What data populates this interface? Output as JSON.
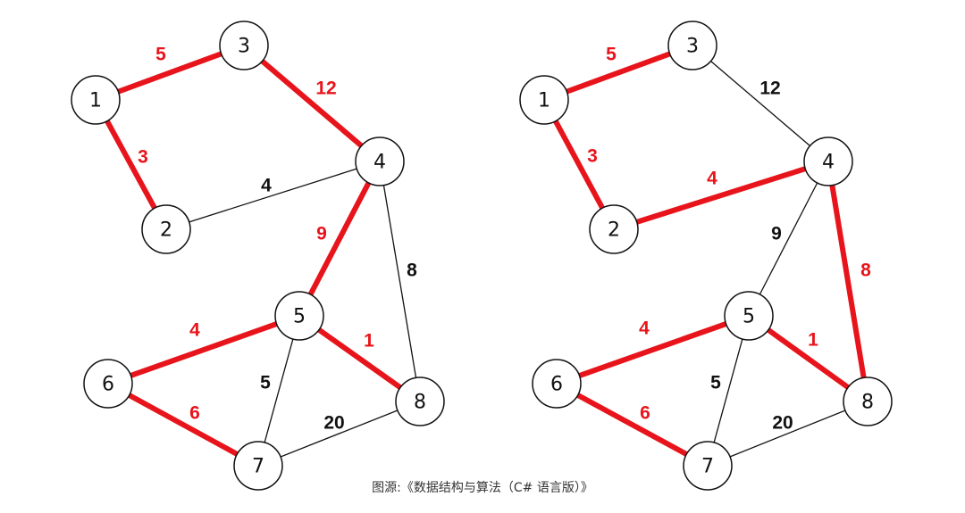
{
  "colors": {
    "highlight": "#e8141b",
    "normal": "#111111",
    "node_fill": "#ffffff"
  },
  "caption": "图源:《数据结构与算法（C# 语言版）》",
  "diagrams": [
    {
      "nodes": [
        {
          "id": "1",
          "label": "1"
        },
        {
          "id": "2",
          "label": "2"
        },
        {
          "id": "3",
          "label": "3"
        },
        {
          "id": "4",
          "label": "4"
        },
        {
          "id": "5",
          "label": "5"
        },
        {
          "id": "6",
          "label": "6"
        },
        {
          "id": "7",
          "label": "7"
        },
        {
          "id": "8",
          "label": "8"
        }
      ],
      "edges": [
        {
          "from": "1",
          "to": "3",
          "weight": "5",
          "highlighted": true
        },
        {
          "from": "1",
          "to": "2",
          "weight": "3",
          "highlighted": true
        },
        {
          "from": "3",
          "to": "4",
          "weight": "12",
          "highlighted": true
        },
        {
          "from": "2",
          "to": "4",
          "weight": "4",
          "highlighted": false
        },
        {
          "from": "4",
          "to": "5",
          "weight": "9",
          "highlighted": true
        },
        {
          "from": "4",
          "to": "8",
          "weight": "8",
          "highlighted": false
        },
        {
          "from": "5",
          "to": "6",
          "weight": "4",
          "highlighted": true
        },
        {
          "from": "5",
          "to": "8",
          "weight": "1",
          "highlighted": true
        },
        {
          "from": "5",
          "to": "7",
          "weight": "5",
          "highlighted": false
        },
        {
          "from": "6",
          "to": "7",
          "weight": "6",
          "highlighted": true
        },
        {
          "from": "7",
          "to": "8",
          "weight": "20",
          "highlighted": false
        }
      ]
    },
    {
      "nodes": [
        {
          "id": "1",
          "label": "1"
        },
        {
          "id": "2",
          "label": "2"
        },
        {
          "id": "3",
          "label": "3"
        },
        {
          "id": "4",
          "label": "4"
        },
        {
          "id": "5",
          "label": "5"
        },
        {
          "id": "6",
          "label": "6"
        },
        {
          "id": "7",
          "label": "7"
        },
        {
          "id": "8",
          "label": "8"
        }
      ],
      "edges": [
        {
          "from": "1",
          "to": "3",
          "weight": "5",
          "highlighted": true
        },
        {
          "from": "1",
          "to": "2",
          "weight": "3",
          "highlighted": true
        },
        {
          "from": "3",
          "to": "4",
          "weight": "12",
          "highlighted": false
        },
        {
          "from": "2",
          "to": "4",
          "weight": "4",
          "highlighted": true
        },
        {
          "from": "4",
          "to": "5",
          "weight": "9",
          "highlighted": false
        },
        {
          "from": "4",
          "to": "8",
          "weight": "8",
          "highlighted": true
        },
        {
          "from": "5",
          "to": "6",
          "weight": "4",
          "highlighted": true
        },
        {
          "from": "5",
          "to": "8",
          "weight": "1",
          "highlighted": true
        },
        {
          "from": "5",
          "to": "7",
          "weight": "5",
          "highlighted": false
        },
        {
          "from": "6",
          "to": "7",
          "weight": "6",
          "highlighted": true
        },
        {
          "from": "7",
          "to": "8",
          "weight": "20",
          "highlighted": false
        }
      ]
    }
  ]
}
